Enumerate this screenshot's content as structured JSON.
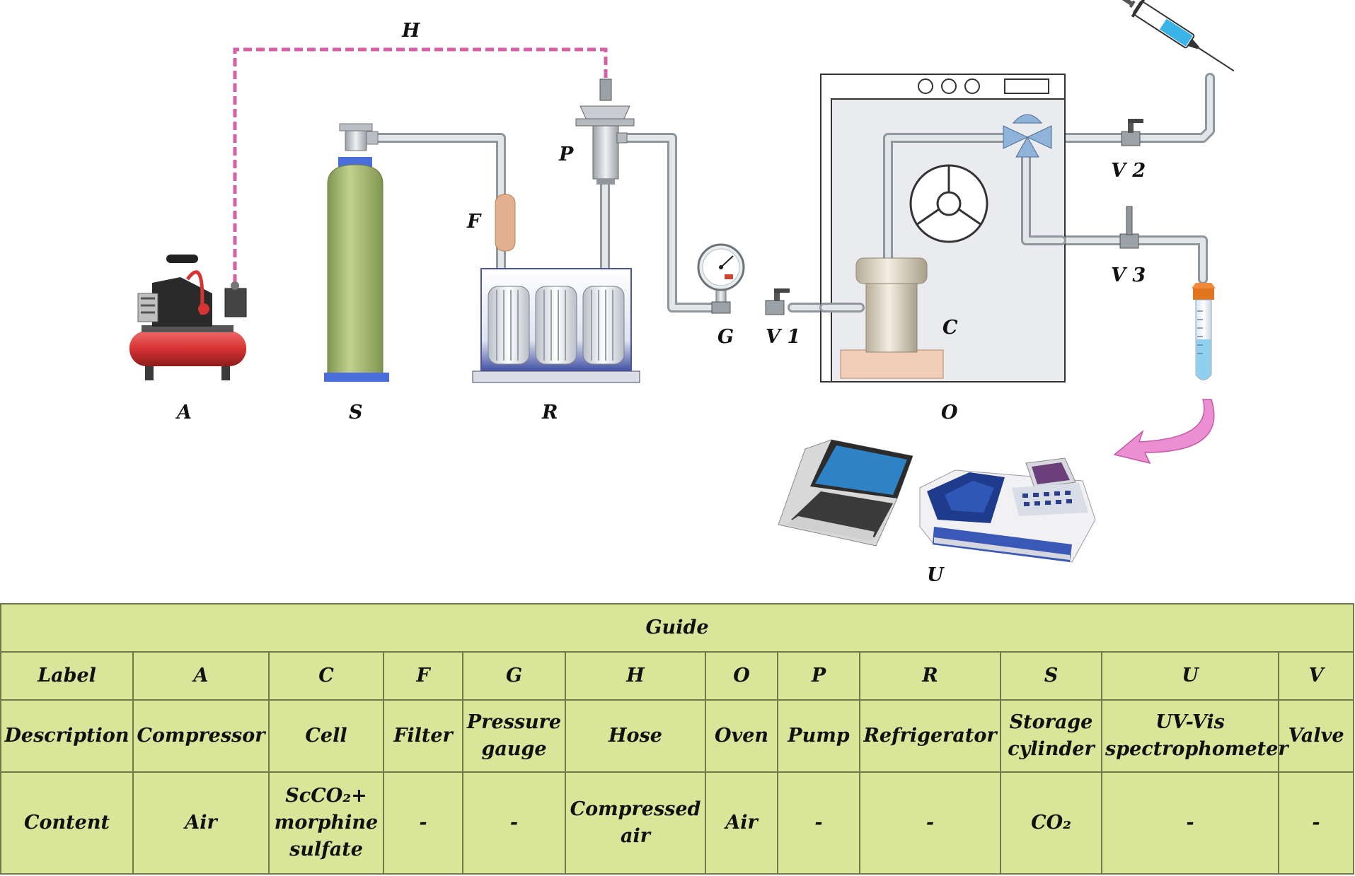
{
  "diagram": {
    "labels": {
      "A": "A",
      "S": "S",
      "R": "R",
      "F": "F",
      "P": "P",
      "H": "H",
      "G": "G",
      "V1": "V 1",
      "V2": "V 2",
      "V3": "V 3",
      "C": "C",
      "O": "O",
      "U": "U"
    }
  },
  "guide": {
    "title": "Guide",
    "columns": [
      {
        "label": "Label",
        "description": "Description",
        "content": "Content"
      },
      {
        "label": "A",
        "description": "Compressor",
        "content": "Air"
      },
      {
        "label": "C",
        "description": "Cell",
        "content": "ScCO₂+ morphine sulfate"
      },
      {
        "label": "F",
        "description": "Filter",
        "content": "-"
      },
      {
        "label": "G",
        "description": "Pressure gauge",
        "content": "-"
      },
      {
        "label": "H",
        "description": "Hose",
        "content": "Compressed air"
      },
      {
        "label": "O",
        "description": "Oven",
        "content": "Air"
      },
      {
        "label": "P",
        "description": "Pump",
        "content": "-"
      },
      {
        "label": "R",
        "description": "Refrigerator",
        "content": "-"
      },
      {
        "label": "S",
        "description": "Storage cylinder",
        "content": "CO₂"
      },
      {
        "label": "U",
        "description": "UV-Vis spectrophometer",
        "content": "-"
      },
      {
        "label": "V",
        "description": "Valve",
        "content": "-"
      }
    ]
  },
  "colors": {
    "pipe": "#c9ced3",
    "hose": "#d65fa6",
    "compressor": "#d63a3a",
    "cylinder": "#9fb66a",
    "oven": "#e9ebef",
    "arrow": "#ec8fd2",
    "table": "#d9e69a"
  }
}
